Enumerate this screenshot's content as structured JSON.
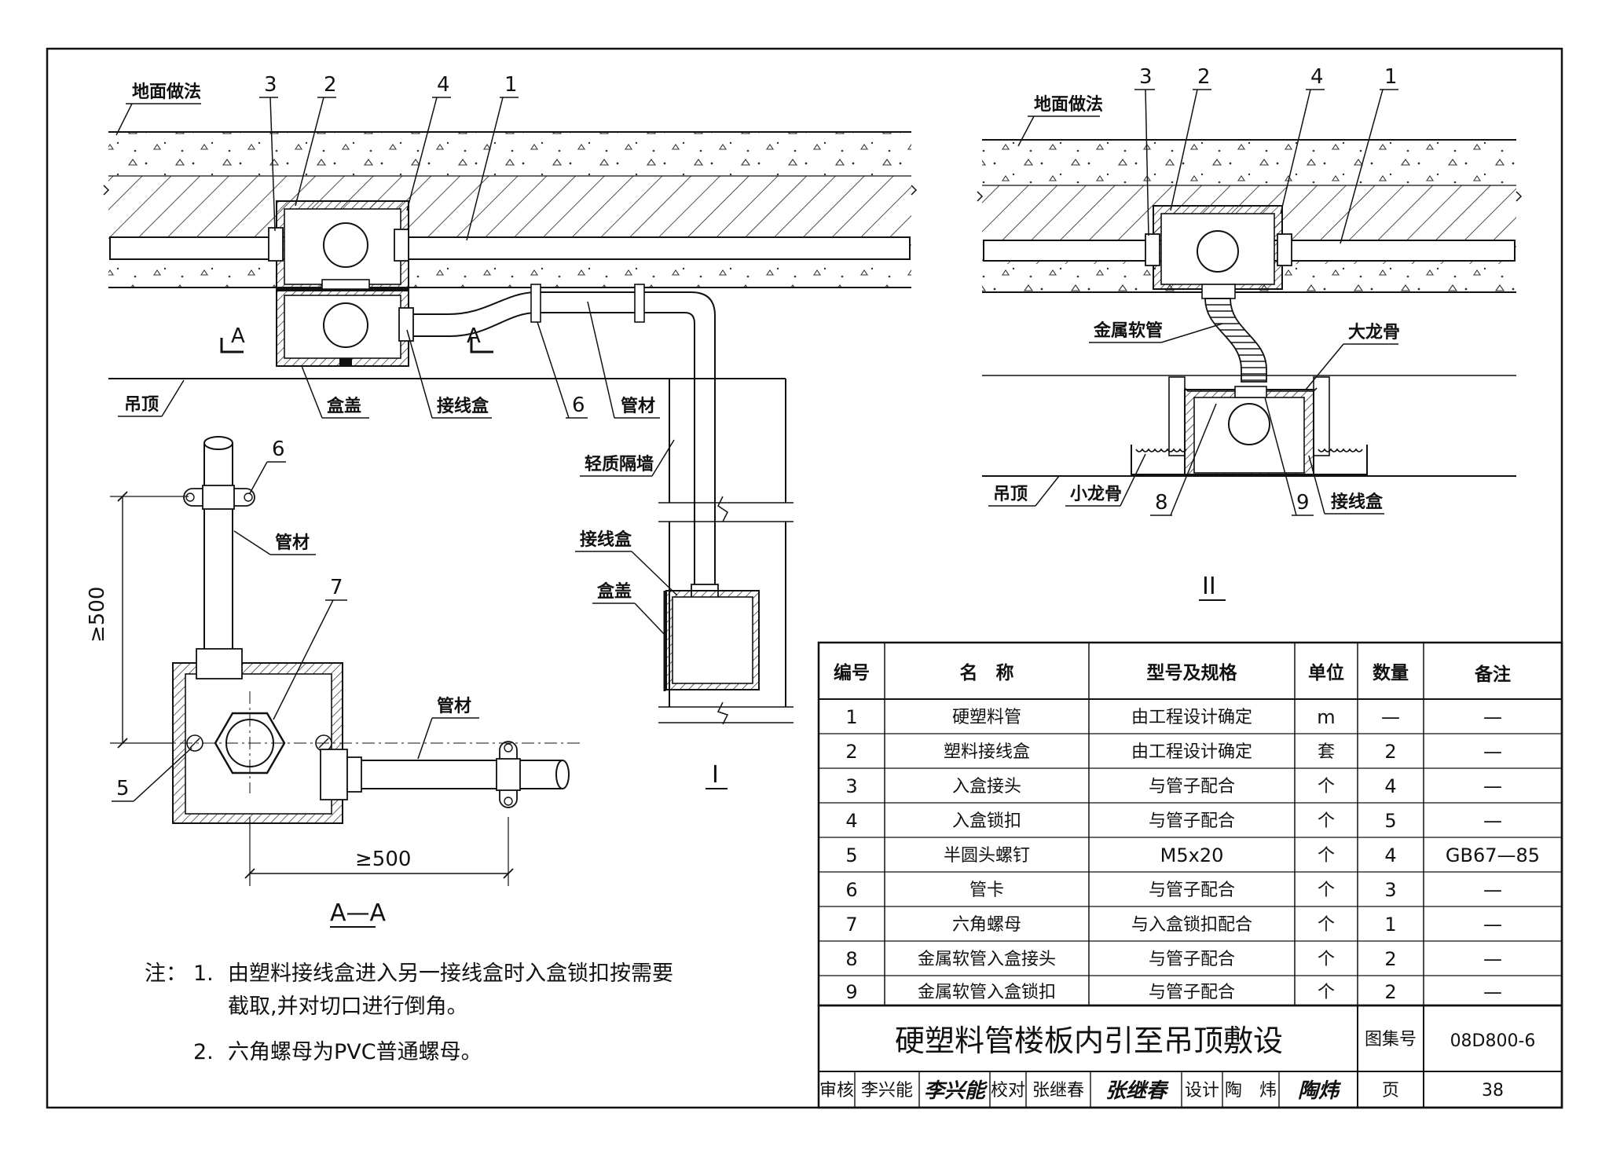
{
  "floor_label": "地面做法",
  "ceiling_label": "吊顶",
  "view_I": {
    "callouts": [
      "3",
      "2",
      "4",
      "1"
    ],
    "box_cover_label": "盒盖",
    "junction_box_label": "接线盒",
    "clip_number": "6",
    "pipe_label": "管材",
    "wall_label": "轻质隔墙",
    "wall_box_label": "接线盒",
    "wall_cover_label": "盒盖",
    "section_mark": "A",
    "view_title": "I"
  },
  "view_II": {
    "callouts": [
      "3",
      "2",
      "4",
      "1"
    ],
    "flex_pipe_label": "金属软管",
    "main_keel_label": "大龙骨",
    "small_keel_label": "小龙骨",
    "num_8": "8",
    "num_9": "9",
    "junction_box_label": "接线盒",
    "view_title": "II"
  },
  "view_AA": {
    "clip_number": "6",
    "pipe_label_top": "管材",
    "nut_number": "7",
    "pipe_label_right": "管材",
    "screw_number": "5",
    "dim_vertical": "≥500",
    "dim_horizontal": "≥500",
    "view_title": "A—A"
  },
  "notes": {
    "prefix": "注：",
    "items": [
      {
        "num": "1.",
        "lines": [
          "由塑料接线盒进入另一接线盒时入盒锁扣按需要",
          "截取,并对切口进行倒角。"
        ]
      },
      {
        "num": "2.",
        "lines": [
          "六角螺母为PVC普通螺母。"
        ]
      }
    ]
  },
  "parts_table": {
    "headers": [
      "编号",
      "名　称",
      "型号及规格",
      "单位",
      "数量",
      "备注"
    ],
    "rows": [
      [
        "1",
        "硬塑料管",
        "由工程设计确定",
        "m",
        "—",
        "—"
      ],
      [
        "2",
        "塑料接线盒",
        "由工程设计确定",
        "套",
        "2",
        "—"
      ],
      [
        "3",
        "入盒接头",
        "与管子配合",
        "个",
        "4",
        "—"
      ],
      [
        "4",
        "入盒锁扣",
        "与管子配合",
        "个",
        "5",
        "—"
      ],
      [
        "5",
        "半圆头螺钉",
        "M5x20",
        "个",
        "4",
        "GB67—85"
      ],
      [
        "6",
        "管卡",
        "与管子配合",
        "个",
        "3",
        "—"
      ],
      [
        "7",
        "六角螺母",
        "与入盒锁扣配合",
        "个",
        "1",
        "—"
      ],
      [
        "8",
        "金属软管入盒接头",
        "与管子配合",
        "个",
        "2",
        "—"
      ],
      [
        "9",
        "金属软管入盒锁扣",
        "与管子配合",
        "个",
        "2",
        "—"
      ]
    ]
  },
  "title_block": {
    "title": "硬塑料管楼板内引至吊顶敷设",
    "atlas_label": "图集号",
    "atlas_no": "08D800-6",
    "review_label": "审核",
    "review_name": "李兴能",
    "review_sig": "李兴能",
    "check_label": "校对",
    "check_name": "张继春",
    "check_sig": "张继春",
    "design_label": "设计",
    "design_name": "陶　炜",
    "design_sig": "陶炜",
    "page_label": "页",
    "page_no": "38"
  }
}
